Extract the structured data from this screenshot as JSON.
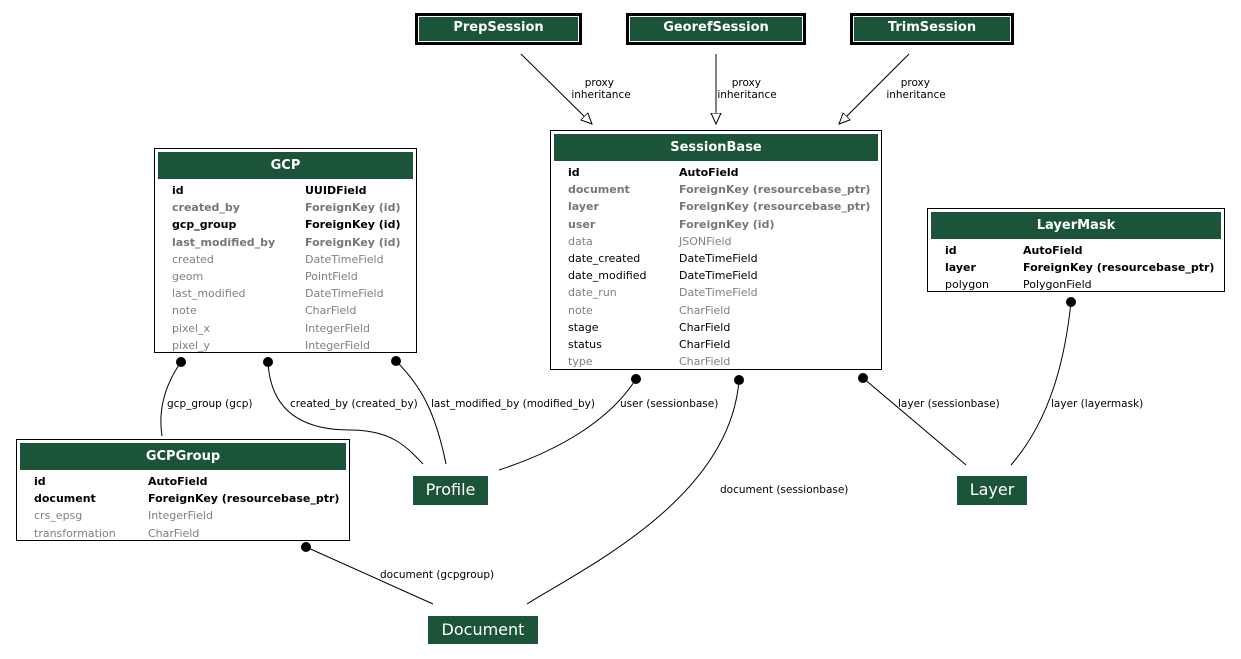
{
  "models": {
    "prep_session": {
      "title": "PrepSession"
    },
    "georef_session": {
      "title": "GeorefSession"
    },
    "trim_session": {
      "title": "TrimSession"
    },
    "session_base": {
      "title": "SessionBase",
      "fields": [
        {
          "name": "id",
          "type": "AutoField",
          "style": "fpk"
        },
        {
          "name": "document",
          "type": "ForeignKey (resourcebase_ptr)",
          "style": "frel"
        },
        {
          "name": "layer",
          "type": "ForeignKey (resourcebase_ptr)",
          "style": "frel"
        },
        {
          "name": "user",
          "type": "ForeignKey (id)",
          "style": "frel"
        },
        {
          "name": "data",
          "type": "JSONField",
          "style": "fnull"
        },
        {
          "name": "date_created",
          "type": "DateTimeField",
          "style": "fnorm"
        },
        {
          "name": "date_modified",
          "type": "DateTimeField",
          "style": "fnorm"
        },
        {
          "name": "date_run",
          "type": "DateTimeField",
          "style": "fnull"
        },
        {
          "name": "note",
          "type": "CharField",
          "style": "fnull"
        },
        {
          "name": "stage",
          "type": "CharField",
          "style": "fnorm"
        },
        {
          "name": "status",
          "type": "CharField",
          "style": "fnorm"
        },
        {
          "name": "type",
          "type": "CharField",
          "style": "fnull"
        }
      ]
    },
    "gcp": {
      "title": "GCP",
      "fields": [
        {
          "name": "id",
          "type": "UUIDField",
          "style": "fpk"
        },
        {
          "name": "created_by",
          "type": "ForeignKey (id)",
          "style": "frel"
        },
        {
          "name": "gcp_group",
          "type": "ForeignKey (id)",
          "style": "frel-strong"
        },
        {
          "name": "last_modified_by",
          "type": "ForeignKey (id)",
          "style": "frel"
        },
        {
          "name": "created",
          "type": "DateTimeField",
          "style": "fnull"
        },
        {
          "name": "geom",
          "type": "PointField",
          "style": "fnull"
        },
        {
          "name": "last_modified",
          "type": "DateTimeField",
          "style": "fnull"
        },
        {
          "name": "note",
          "type": "CharField",
          "style": "fnull"
        },
        {
          "name": "pixel_x",
          "type": "IntegerField",
          "style": "fnull"
        },
        {
          "name": "pixel_y",
          "type": "IntegerField",
          "style": "fnull"
        }
      ]
    },
    "layer_mask": {
      "title": "LayerMask",
      "fields": [
        {
          "name": "id",
          "type": "AutoField",
          "style": "fpk"
        },
        {
          "name": "layer",
          "type": "ForeignKey (resourcebase_ptr)",
          "style": "frel-strong"
        },
        {
          "name": "polygon",
          "type": "PolygonField",
          "style": "fnorm"
        }
      ]
    },
    "gcp_group": {
      "title": "GCPGroup",
      "fields": [
        {
          "name": "id",
          "type": "AutoField",
          "style": "fpk"
        },
        {
          "name": "document",
          "type": "ForeignKey (resourcebase_ptr)",
          "style": "frel-strong"
        },
        {
          "name": "crs_epsg",
          "type": "IntegerField",
          "style": "fnull"
        },
        {
          "name": "transformation",
          "type": "CharField",
          "style": "fnull"
        }
      ]
    },
    "profile": {
      "title": "Profile"
    },
    "layer": {
      "title": "Layer"
    },
    "document": {
      "title": "Document"
    }
  },
  "edges": {
    "prep_inherit": [
      "proxy",
      "inheritance"
    ],
    "georef_inherit": [
      "proxy",
      "inheritance"
    ],
    "trim_inherit": [
      "proxy",
      "inheritance"
    ],
    "gcp_gcpgroup": "gcp_group (gcp)",
    "gcp_created_by": "created_by (created_by)",
    "gcp_last_modified_by": "last_modified_by (modified_by)",
    "session_user": "user (sessionbase)",
    "session_document": "document (sessionbase)",
    "session_layer": "layer (sessionbase)",
    "layermask_layer": "layer (layermask)",
    "gcpgroup_document": "document (gcpgroup)"
  }
}
